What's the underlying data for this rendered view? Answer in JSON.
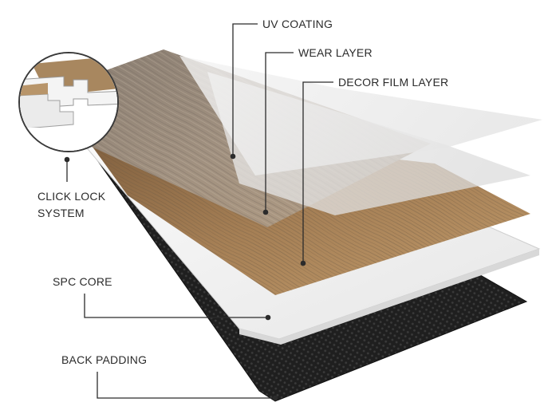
{
  "diagram": {
    "labels": {
      "uv_coating": "UV COATING",
      "wear_layer": "WEAR LAYER",
      "decor_film_layer": "DECOR FILM LAYER",
      "click_lock_line1": "CLICK LOCK",
      "click_lock_line2": "SYSTEM",
      "spc_core": "SPC CORE",
      "back_padding": "BACK PADDING"
    },
    "colors": {
      "background": "#ffffff",
      "wood_light": "#9a8a78",
      "wood_dark": "#b08a5e",
      "core": "#f2f2f2",
      "back_padding": "#1c1c1c",
      "leader_line": "#2b2b2b"
    }
  }
}
